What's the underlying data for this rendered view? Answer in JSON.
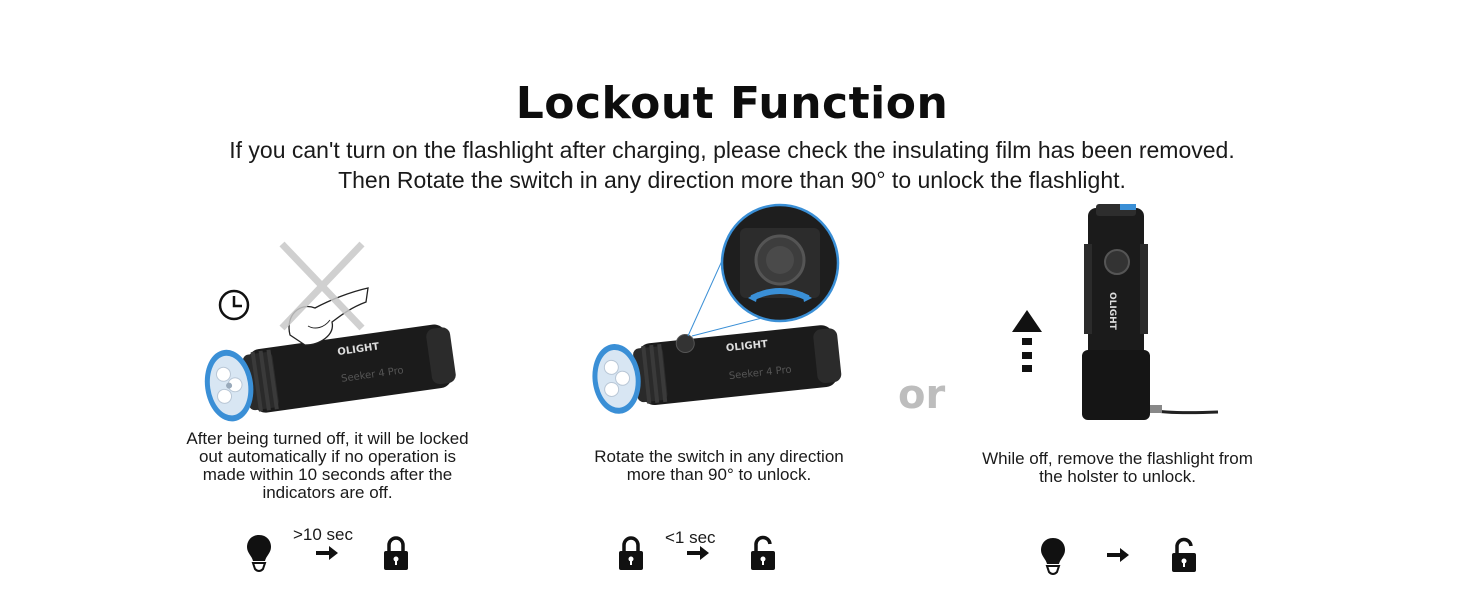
{
  "header": {
    "title": "Lockout Function",
    "subtitle_line1": "If you can't turn on the flashlight after charging, please check the insulating film has been removed.",
    "subtitle_line2": "Then Rotate the switch in any direction more than 90° to unlock the flashlight."
  },
  "brand": {
    "logo_text": "OLIGHT",
    "model_text": "Seeker 4 Pro"
  },
  "panels": [
    {
      "desc_lines": [
        "After being turned off, it will be locked",
        "out automatically if no operation is",
        "made within 10 seconds after the",
        "indicators are off."
      ],
      "sequence": {
        "time_label": ">10 sec",
        "from_icon": "bulb-icon",
        "to_icon": "lock-closed-icon"
      }
    },
    {
      "desc_lines": [
        "Rotate the switch in any direction",
        "more than  90° to unlock."
      ],
      "sequence": {
        "time_label": "<1 sec",
        "from_icon": "lock-closed-icon",
        "to_icon": "lock-open-icon"
      }
    },
    {
      "desc_lines": [
        "While off, remove the flashlight from",
        "the holster to unlock."
      ],
      "sequence": {
        "time_label": "",
        "from_icon": "bulb-icon",
        "to_icon": "lock-open-icon"
      }
    }
  ],
  "separator_text": "or",
  "colors": {
    "accent_blue": "#3a8fd6",
    "body_black": "#1b1b1b",
    "cross_gray": "#c8c8c8",
    "or_gray": "#bdbdbd"
  }
}
